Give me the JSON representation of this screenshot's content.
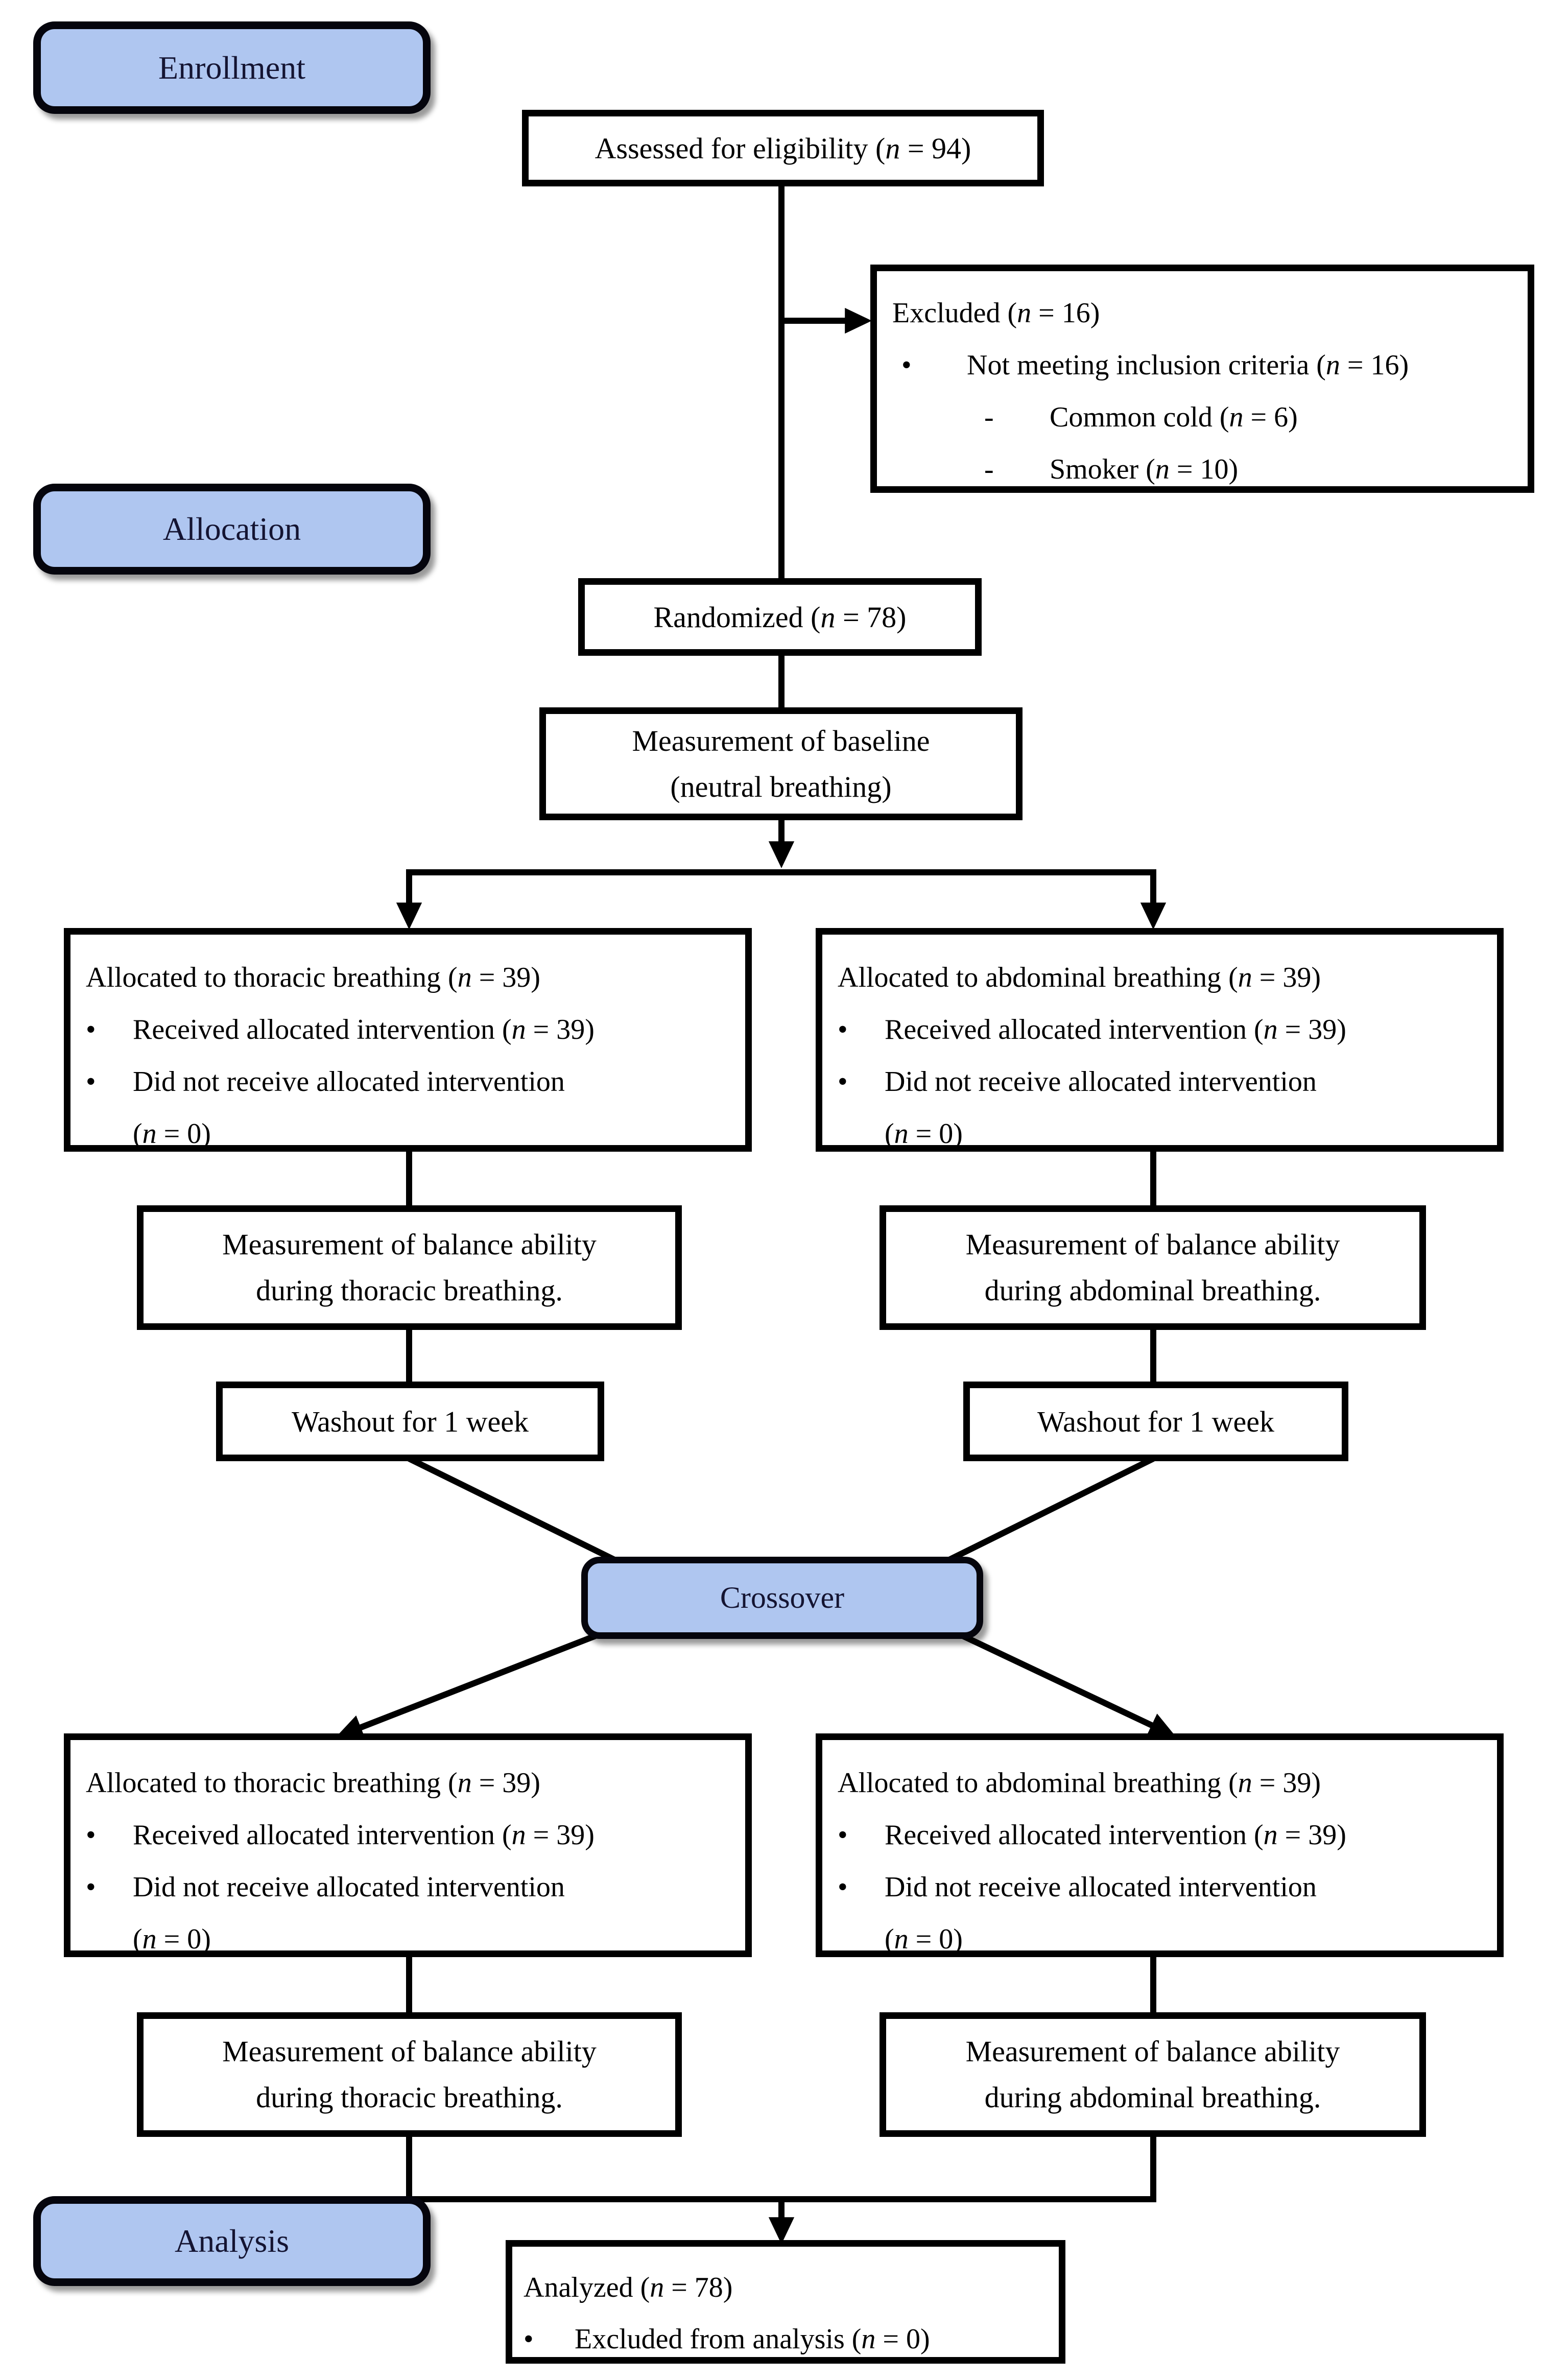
{
  "palette": {
    "badge_fill": "#AFC6F0",
    "badge_text": "#141432",
    "line": "#000000",
    "box_bg": "#FFFFFF",
    "text": "#000000"
  },
  "badges": {
    "enrollment": "Enrollment",
    "allocation": "Allocation",
    "analysis": "Analysis"
  },
  "markers": {
    "bullet": "•",
    "dash": "-"
  },
  "assessed": {
    "title": "Assessed for eligibility (n = 94)"
  },
  "excluded": {
    "title": "Excluded (n = 16)",
    "not_meeting": "Not meeting inclusion criteria (n = 16)",
    "common_cold": "Common cold (n = 6)",
    "smoker": "Smoker (n = 10)"
  },
  "randomized": {
    "title": "Randomized (n = 78)"
  },
  "baseline": {
    "line1": "Measurement of baseline",
    "line2": "(neutral breathing)"
  },
  "round1": {
    "thoracic": {
      "title": "Allocated to thoracic breathing (n = 39)",
      "received": "Received allocated intervention (n = 39)",
      "not_received": "Did not receive allocated intervention",
      "not_received_n": "(n = 0)"
    },
    "abdominal": {
      "title": "Allocated to abdominal breathing (n = 39)",
      "received": "Received allocated intervention (n = 39)",
      "not_received": "Did not receive allocated intervention",
      "not_received_n": "(n = 0)"
    },
    "meas_thoracic": {
      "line1": "Measurement of balance ability",
      "line2": "during thoracic breathing."
    },
    "meas_abdominal": {
      "line1": "Measurement of balance ability",
      "line2": "during abdominal breathing."
    },
    "washout_left": "Washout for 1 week",
    "washout_right": "Washout for 1 week"
  },
  "crossover": {
    "title": "Crossover"
  },
  "round2": {
    "thoracic": {
      "title": "Allocated to thoracic breathing (n = 39)",
      "received": "Received allocated intervention (n = 39)",
      "not_received": "Did not receive allocated intervention",
      "not_received_n": "(n = 0)"
    },
    "abdominal": {
      "title": "Allocated to abdominal breathing (n = 39)",
      "received": "Received allocated intervention (n = 39)",
      "not_received": "Did not receive allocated intervention",
      "not_received_n": "(n = 0)"
    },
    "meas_thoracic": {
      "line1": "Measurement of balance ability",
      "line2": "during thoracic breathing."
    },
    "meas_abdominal": {
      "line1": "Measurement of balance ability",
      "line2": "during abdominal breathing."
    }
  },
  "analyzed": {
    "title": "Analyzed (n = 78)",
    "excluded_from_analysis": "Excluded from analysis (n = 0)"
  }
}
